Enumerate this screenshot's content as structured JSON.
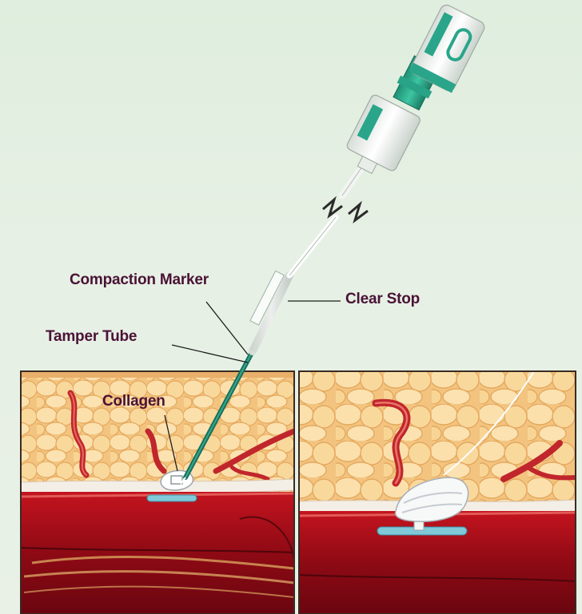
{
  "labels": {
    "compaction_marker": "Compaction Marker",
    "clear_stop": "Clear Stop",
    "tamper_tube": "Tamper Tube",
    "collagen": "Collagen"
  },
  "colors": {
    "label_text": "#4a1236",
    "device_teal": "#2aa58a",
    "device_white": "#f3f6f2",
    "tissue_fat": "#f6cf8c",
    "vessel_red": "#b8121e",
    "anchor_blue": "#7fc9d8"
  }
}
